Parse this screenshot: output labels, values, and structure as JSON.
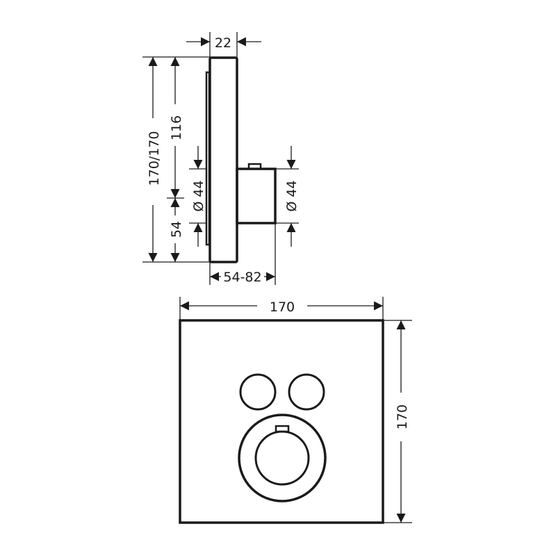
{
  "side_view": {
    "depth_label": "22",
    "total_height_label": "170/170",
    "upper_height_label": "116",
    "lower_height_label": "54",
    "left_diameter_label": "Ø 44",
    "right_diameter_label": "Ø 44",
    "projection_label": "54-82"
  },
  "front_view": {
    "width_label": "170",
    "height_label": "170"
  },
  "colors": {
    "line": "#1a1a1a",
    "background": "#ffffff"
  }
}
